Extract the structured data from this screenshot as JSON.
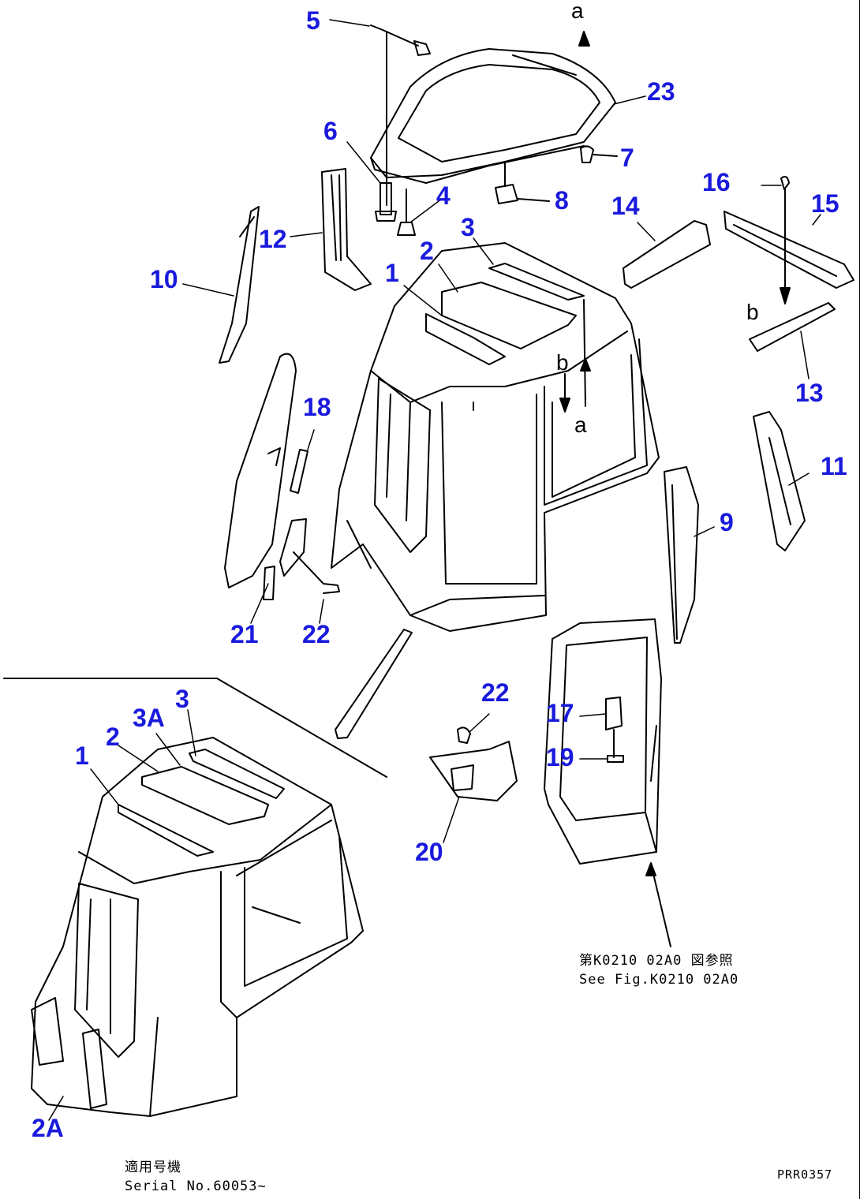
{
  "colors": {
    "callout": "#1a1adc",
    "line": "#000000"
  },
  "callouts": {
    "c1": "1",
    "c2": "2",
    "c3": "3",
    "c3a": "3A",
    "c2a": "2A",
    "c4": "4",
    "c5": "5",
    "c6": "6",
    "c7": "7",
    "c8": "8",
    "c9": "9",
    "c10": "10",
    "c11": "11",
    "c12": "12",
    "c13": "13",
    "c14": "14",
    "c15": "15",
    "c16": "16",
    "c17": "17",
    "c18": "18",
    "c19": "19",
    "c20": "20",
    "c21": "21",
    "c22": "22",
    "c23": "23"
  },
  "markers": {
    "a": "a",
    "b": "b"
  },
  "reference": {
    "jp": "第K0210 02A0 図参照",
    "en": "See Fig.K0210 02A0"
  },
  "serial": {
    "jp": "適用号機",
    "en": "Serial No.60053~"
  },
  "drawing_code": "PRR0357"
}
